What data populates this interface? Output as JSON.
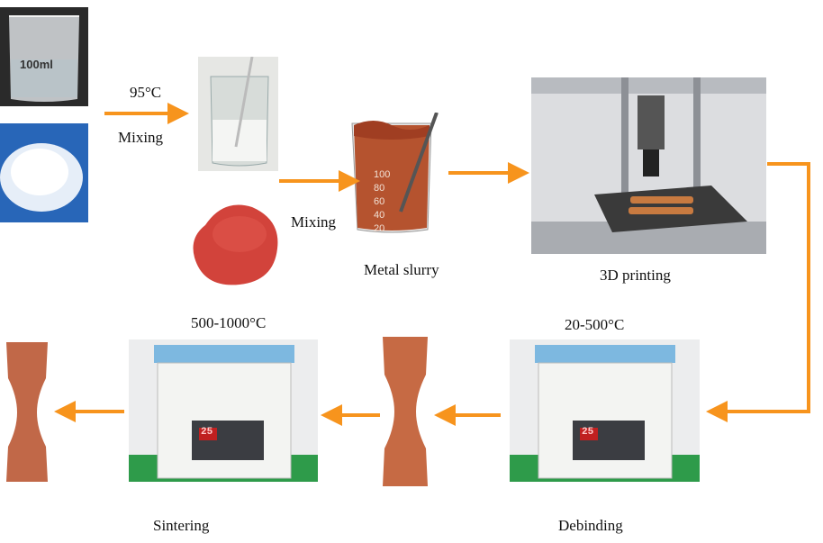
{
  "labels": {
    "temp_95": "95°C",
    "mixing_1": "Mixing",
    "mixing_2": "Mixing",
    "metal_slurry": "Metal slurry",
    "printing": "3D printing",
    "temp_sinter": "500-1000°C",
    "temp_debind": "20-500°C",
    "sintering": "Sintering",
    "debinding": "Debinding"
  },
  "beaker_marks": {
    "top_label": "100ml",
    "slurry_scale": [
      "100",
      "80",
      "60",
      "40",
      "20"
    ]
  },
  "furnace": {
    "display_value": "25"
  },
  "colors": {
    "arrow": "#f7941d",
    "slurry": "#b5532f",
    "powder": "#d2433b",
    "furnace_lid": "#7db8e0",
    "floor": "#2e9b4a"
  }
}
